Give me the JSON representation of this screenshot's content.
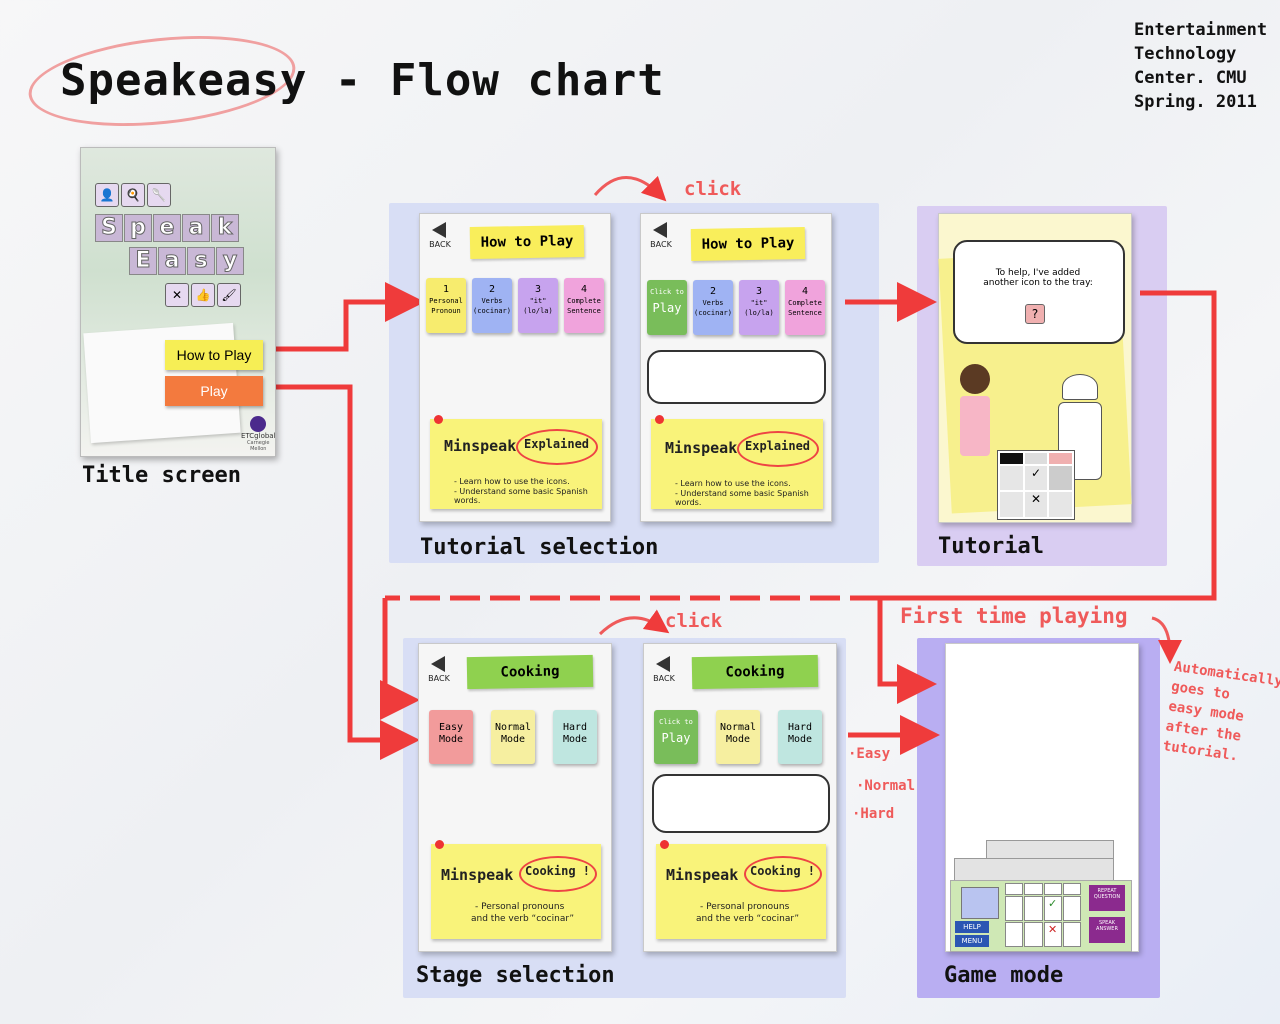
{
  "title": "Speakeasy - Flow chart",
  "org_lines": [
    "Entertainment",
    "Technology",
    "Center. CMU",
    "Spring. 2011"
  ],
  "title_screen": {
    "label": "Title screen",
    "logo_row1": [
      "S",
      "p",
      "e",
      "a",
      "k"
    ],
    "logo_row2": [
      "E",
      "a",
      "s",
      "y"
    ],
    "how_to_play": "How to Play",
    "play": "Play",
    "brand": "ETCglobal",
    "brand_sub": "Carnegie Mellon"
  },
  "tutorial_selection": {
    "label": "Tutorial selection",
    "click_label": "click",
    "back": "BACK",
    "header": "How to Play",
    "tiles": [
      {
        "num": "1",
        "text": "Personal Pronoun"
      },
      {
        "num": "2",
        "text": "Verbs (cocinar)"
      },
      {
        "num": "3",
        "text": "\"it\" (lo/la)"
      },
      {
        "num": "4",
        "text": "Complete Sentence"
      }
    ],
    "click_to_play": "Click to",
    "play_word": "Play",
    "note_title": "Minspeak",
    "note_circled": "Explained",
    "note_lines": [
      "- Learn how to use the icons.",
      "- Understand some basic Spanish words."
    ]
  },
  "tutorial": {
    "label": "Tutorial",
    "speech": "To help, I've added another icon to the tray:"
  },
  "stage_selection": {
    "label": "Stage selection",
    "click_label": "click",
    "back": "BACK",
    "header": "Cooking",
    "tiles": [
      {
        "text": "Easy Mode"
      },
      {
        "text": "Normal Mode"
      },
      {
        "text": "Hard Mode"
      }
    ],
    "click_to_play": "Click to",
    "play_word": "Play",
    "note_title": "Minspeak",
    "note_circled": "Cooking !",
    "note_lines": [
      "- Personal pronouns",
      "and the verb “cocinar”"
    ]
  },
  "modes": [
    "·Easy",
    "·Normal",
    "·Hard"
  ],
  "first_time": "First time playing",
  "auto_note": [
    "Automatically",
    "goes to",
    "easy mode",
    "after the",
    "tutorial."
  ],
  "game_mode": {
    "label": "Game mode",
    "help": "HELP",
    "menu": "MENU",
    "repeat": "REPEAT QUESTION",
    "speak": "SPEAK ANSWER"
  },
  "colors": {
    "arrow": "#ef3b3b",
    "panel_blue": "#d8def5",
    "panel_purple": "#d9cdf2",
    "panel_violet": "#b9aef2"
  }
}
